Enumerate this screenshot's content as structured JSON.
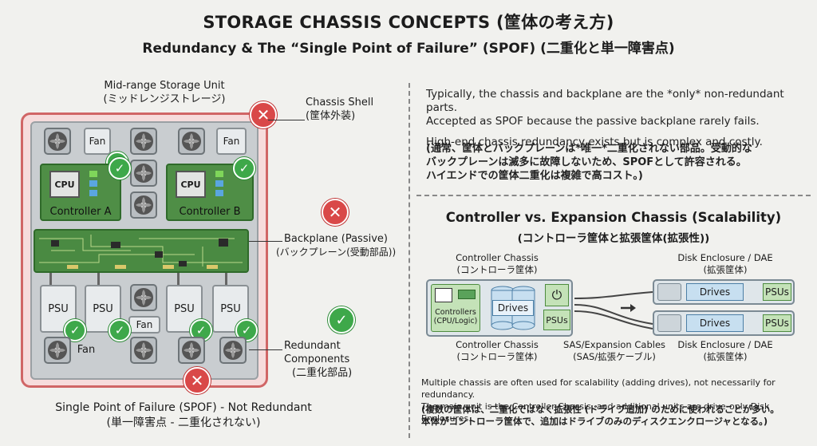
{
  "title": "STORAGE CHASSIS CONCEPTS (筐体の考え方)",
  "subtitle": "Redundancy & The “Single Point of Failure” (SPOF) (二重化と単一障害点)",
  "left": {
    "unit_title_en": "Mid-range Storage Unit",
    "unit_title_jp": "(ミッドレンジストレージ)",
    "fan_label": "Fan",
    "cpu_label": "CPU",
    "controller_a": "Controller A",
    "controller_b": "Controller B",
    "psu_label": "PSU",
    "callouts": {
      "chassis_shell_en": "Chassis Shell",
      "chassis_shell_jp": "(筐体外装)",
      "backplane_en": "Backplane (Passive)",
      "backplane_jp": "(バックプレーン(受動部品))",
      "redundant_en": "Redundant Components",
      "redundant_jp": "(二重化部品)"
    },
    "spof_en": "Single Point of Failure (SPOF) - Not Redundant",
    "spof_jp": "(単一障害点 - 二重化されない)",
    "colors": {
      "spof_red": "#d94848",
      "redundant_green": "#3ea84a",
      "pcb_green": "#4f8e46"
    }
  },
  "right_top": {
    "para1_line1": "Typically, the chassis and backplane are the *only* non-redundant parts.",
    "para1_line2": "Accepted as SPOF because the passive backplane rarely fails.",
    "para2": "High-end chassis redundancy exists but is complex and costly.",
    "jp_line1": "(通常、筐体とバックプレーンは*唯一*二重化されない部品。受動的な",
    "jp_line2": "バックプレーンは滅多に故障しないため、SPOFとして許容される。",
    "jp_line3": "ハイエンドでの筐体二重化は複雑で高コスト。)"
  },
  "right_bottom": {
    "heading_en": "Controller vs. Expansion Chassis (Scalability)",
    "heading_jp": "(コントローラ筐体と拡張筐体(拡張性))",
    "controller_chassis_en": "Controller Chassis",
    "controller_chassis_jp": "(コントローラ筐体)",
    "disk_enclosure_en": "Disk Enclosure / DAE",
    "disk_enclosure_jp": "(拡張筐体)",
    "controllers_label": "Controllers (CPU/Logic)",
    "drives_label": "Drives",
    "psus_label": "PSUs",
    "cables_en": "SAS/Expansion Cables",
    "cables_jp": "(SAS/拡張ケーブル)",
    "foot_en_1": "Multiple chassis are often used for scalability (adding drives), not necessarily for redundancy.",
    "foot_en_2": "The main unit is the Controller Chassis, and additional units are drive-only Disk Enclosures.",
    "foot_jp_1": "(複数の筐体は、二重化ではなく拡張性 (ドライブ追加) のために使われることが多い。",
    "foot_jp_2": "本体がコントローラ筐体で、追加はドライブのみのディスクエンクロージャとなる。)"
  }
}
